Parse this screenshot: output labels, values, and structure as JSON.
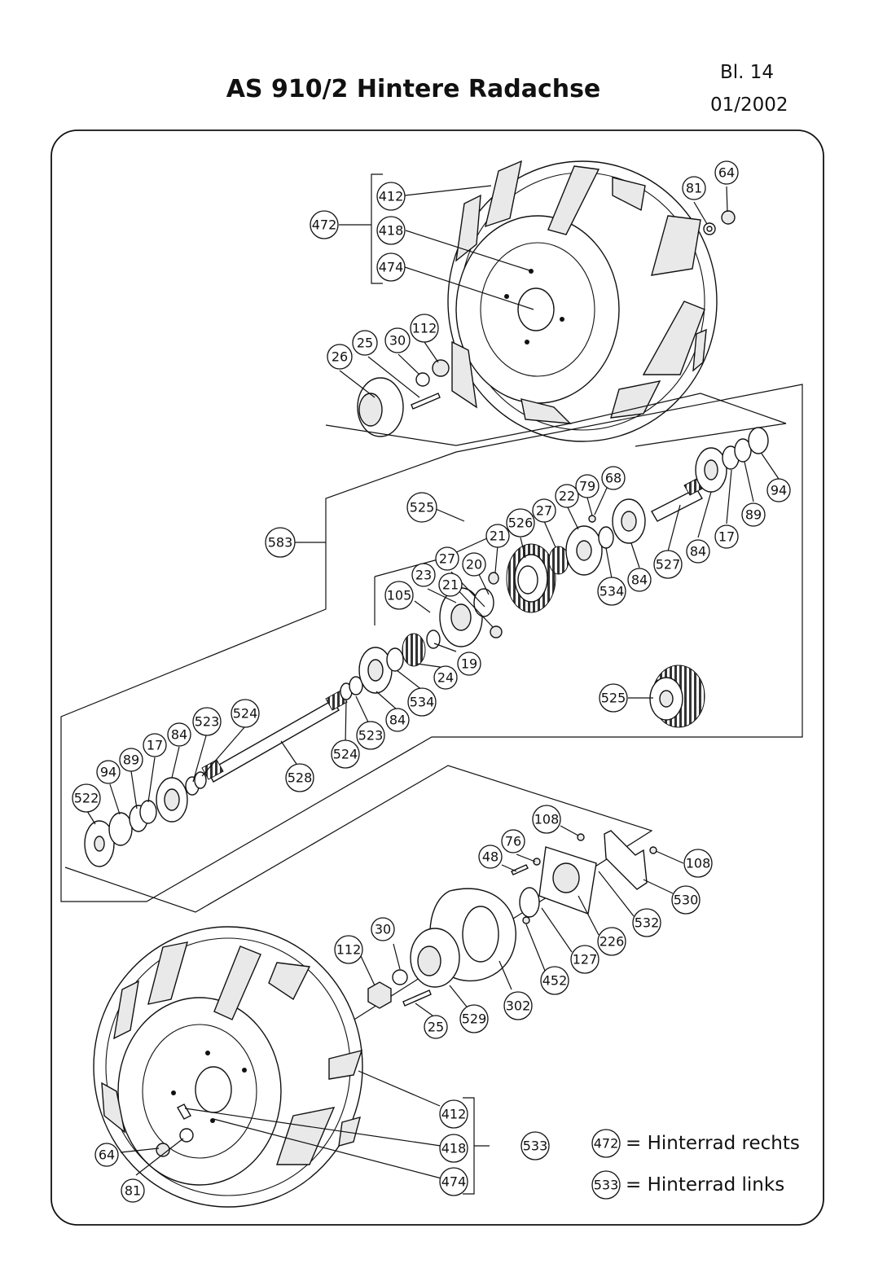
{
  "header": {
    "title": "AS 910/2 Hintere Radachse",
    "sheet": "Bl. 14",
    "date": "01/2002"
  },
  "callouts": [
    "412",
    "472",
    "418",
    "474",
    "81",
    "64",
    "26",
    "25",
    "30",
    "112",
    "583",
    "525",
    "21",
    "526",
    "27",
    "22",
    "79",
    "68",
    "94",
    "89",
    "17",
    "84",
    "527",
    "534",
    "20",
    "23",
    "105",
    "19",
    "24",
    "524",
    "523",
    "528",
    "522",
    "108",
    "76",
    "48",
    "530",
    "532",
    "226",
    "127",
    "452",
    "302",
    "529",
    "533"
  ],
  "legend": [
    {
      "code": "472",
      "text": "= Hinterrad rechts"
    },
    {
      "code": "533",
      "text": "= Hinterrad links"
    }
  ]
}
